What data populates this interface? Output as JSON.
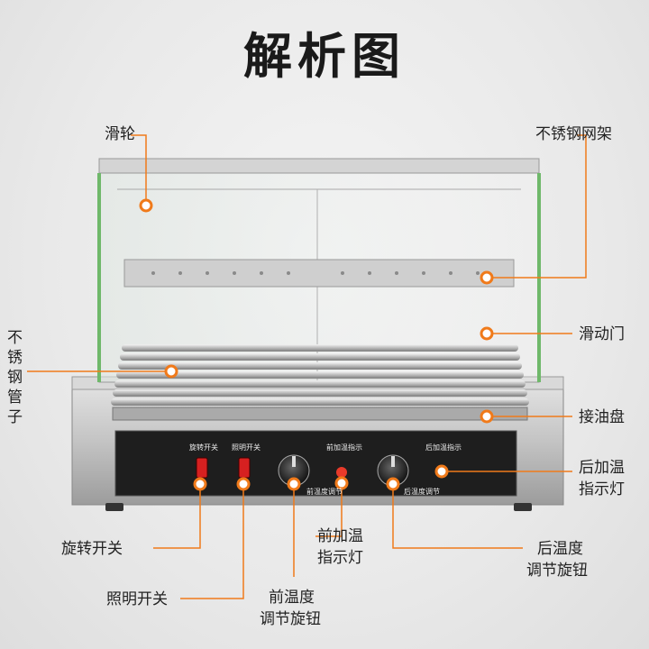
{
  "title": "解析图",
  "labels": {
    "pulley": "滑轮",
    "mesh_rack": "不锈钢网架",
    "sliding_door": "滑动门",
    "tubes": "不锈钢管子",
    "drip_tray": "接油盘",
    "rear_indicator_1": "后加温",
    "rear_indicator_2": "指示灯",
    "rotate_switch": "旋转开关",
    "light_switch": "照明开关",
    "front_indicator_1": "前加温",
    "front_indicator_2": "指示灯",
    "front_knob_1": "前温度",
    "front_knob_2": "调节旋钮",
    "rear_knob_1": "后温度",
    "rear_knob_2": "调节旋钮"
  },
  "panel": {
    "rotate_label": "旋转开关",
    "light_label": "照明开关",
    "front_heat_label": "前加温指示",
    "rear_heat_label": "后加温指示",
    "front_temp_label": "前温度调节",
    "rear_temp_label": "后温度调节"
  },
  "colors": {
    "accent": "#f07a1a",
    "line": "#f07a1a"
  }
}
